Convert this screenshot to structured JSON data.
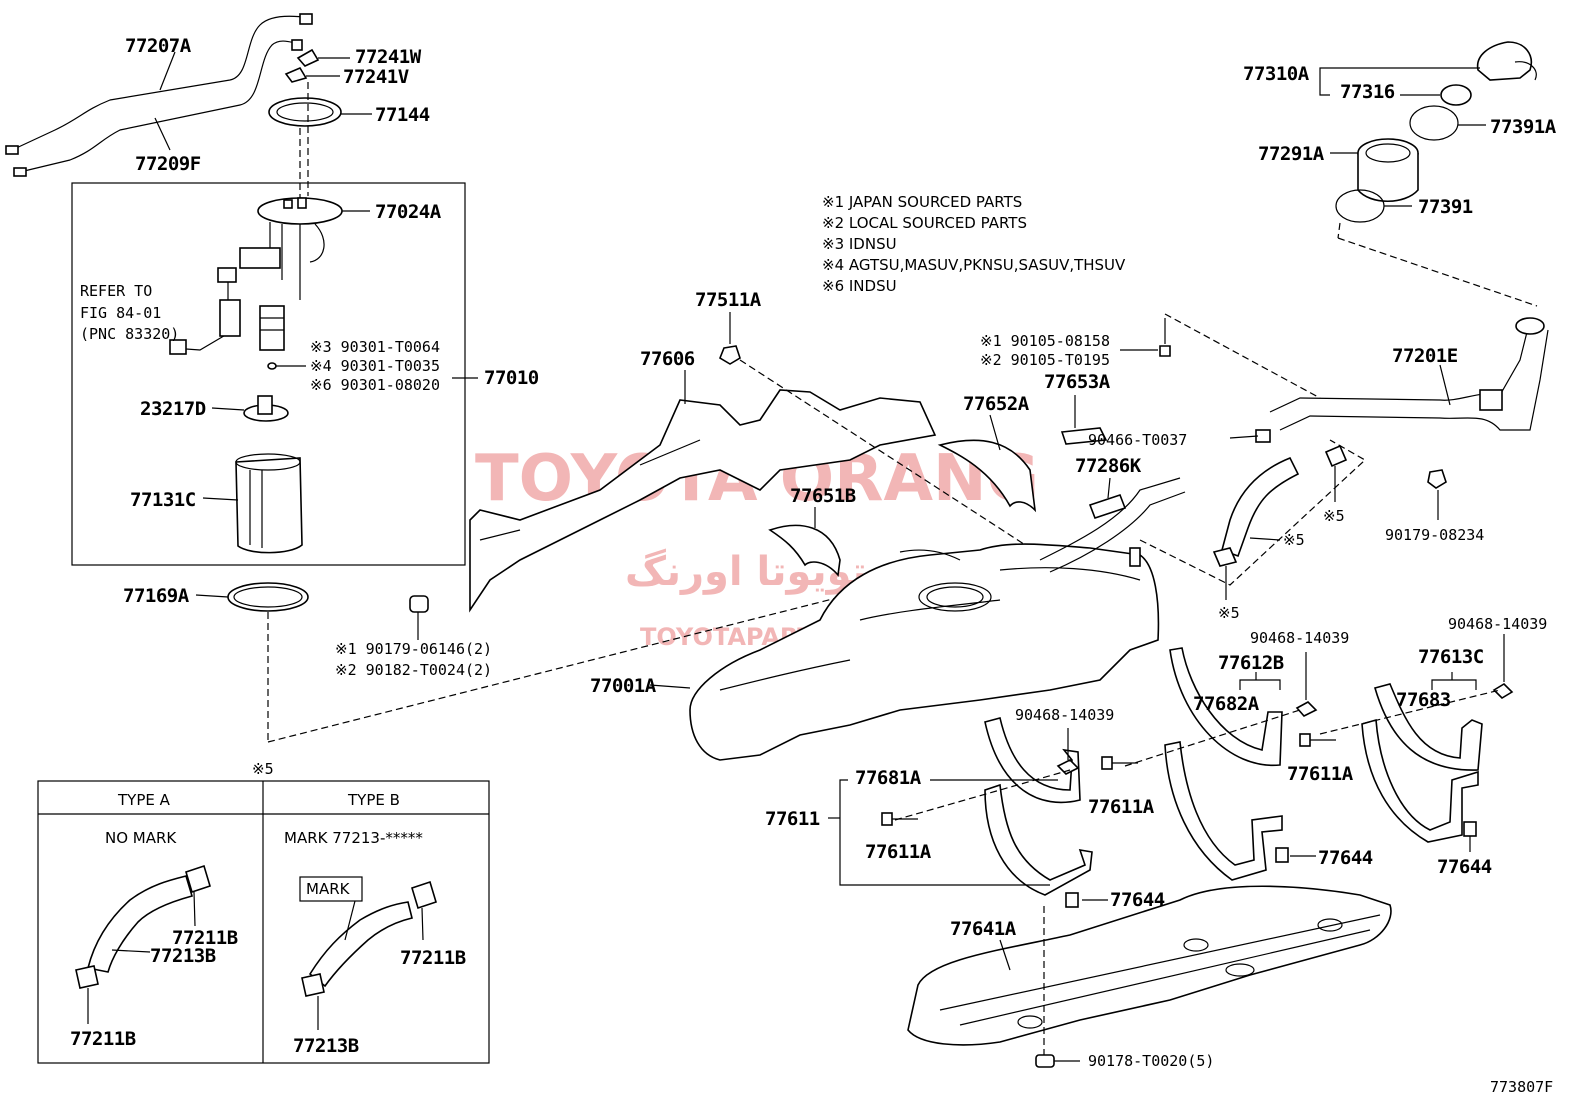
{
  "diagram_code": "773807F",
  "notes": {
    "n1": "※1 JAPAN SOURCED PARTS",
    "n2": "※2 LOCAL SOURCED PARTS",
    "n3": "※3 IDNSU",
    "n4": "※4 AGTSU,MASUV,PKNSU,SASUV,THSUV",
    "n6": "※6 INDSU"
  },
  "refer": {
    "line1": "REFER TO",
    "line2": "FIG 84-01",
    "line3": "(PNC 83320)"
  },
  "watermark": {
    "main": "TOYOTA ORANG",
    "arabic": "تویوتا اورنگ",
    "site": "TOYOTAPART.IR"
  },
  "labels": {
    "p77207A": "77207A",
    "p77209F": "77209F",
    "p77241W": "77241W",
    "p77241V": "77241V",
    "p77144": "77144",
    "p77024A": "77024A",
    "p77010": "77010",
    "p90301_T0064": "※3 90301-T0064",
    "p90301_T0035": "※4 90301-T0035",
    "p90301_08020": "※6 90301-08020",
    "p23217D": "23217D",
    "p77131C": "77131C",
    "p77169A": "77169A",
    "p90179_06146": "※1 90179-06146(2)",
    "p90182_T0024": "※2 90182-T0024(2)",
    "p77511A": "77511A",
    "p77606": "77606",
    "p77651B": "77651B",
    "p77652A": "77652A",
    "p77653A": "77653A",
    "p77286K": "77286K",
    "p90105_08158": "※1 90105-08158",
    "p90105_T0195": "※2 90105-T0195",
    "p90466_T0037": "90466-T0037",
    "p77201E": "77201E",
    "p90179_08234": "90179-08234",
    "p77310A": "77310A",
    "p77316": "77316",
    "p77391A": "77391A",
    "p77291A": "77291A",
    "p77391": "77391",
    "p77001A": "77001A",
    "p5a": "※5",
    "p5b": "※5",
    "p5c": "※5",
    "p5d": "※5",
    "p90468_a": "90468-14039",
    "p90468_b": "90468-14039",
    "p90468_c": "90468-14039",
    "p77612B": "77612B",
    "p77613C": "77613C",
    "p77682A": "77682A",
    "p77683": "77683",
    "p77681A": "77681A",
    "p77611": "77611",
    "p77611A_a": "77611A",
    "p77611A_b": "77611A",
    "p77611A_c": "77611A",
    "p77644_a": "77644",
    "p77644_b": "77644",
    "p77644_c": "77644",
    "p77641A": "77641A",
    "p90178_T0020": "90178-T0020(5)"
  },
  "type_table": {
    "header_a": "TYPE A",
    "header_b": "TYPE B",
    "sub_a": "NO MARK",
    "sub_b": "MARK 77213-*****",
    "mark_label": "MARK",
    "a_clamp_top": "77211B",
    "a_hose": "77213B",
    "a_clamp_bottom": "77211B",
    "b_clamp": "77211B",
    "b_hose": "77213B"
  }
}
